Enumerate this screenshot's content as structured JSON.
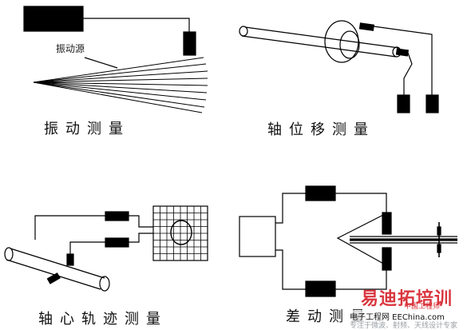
{
  "panels": {
    "vibration": {
      "caption": "振动测量",
      "source_label": "振动源"
    },
    "axial": {
      "caption": "轴位移测量"
    },
    "orbit": {
      "caption": "轴心轨迹测量"
    },
    "differential": {
      "caption": "差动测量"
    }
  },
  "watermark": {
    "brand_text": "易迪拓培训",
    "brand_sub": "中国工程师",
    "site_text": "电子工程网 EEChina.com",
    "overlay_text": "专注于微波、射频、天线设计专家",
    "brand_color": "#d9363e"
  },
  "colors": {
    "ink": "#000000",
    "paper": "#ffffff"
  }
}
